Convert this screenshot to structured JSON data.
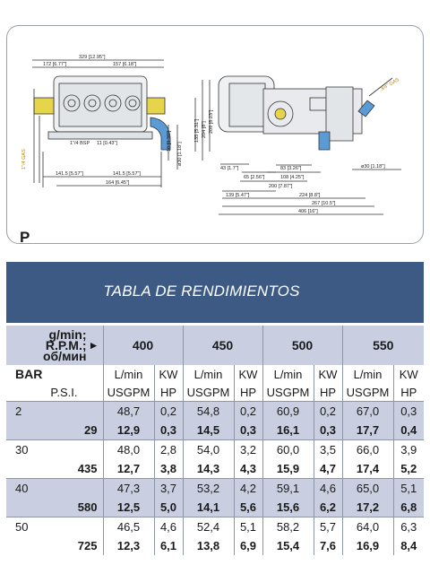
{
  "drawing": {
    "pump_label": "P",
    "dims_front": [
      "329 [12.95\"]",
      "172 [6.77\"]",
      "157 [6.18\"]",
      "1\"/4 BSP",
      "11 [0.43\"]",
      "141.5 [5.57\"]",
      "141.5 [5.57\"]",
      "164 [6.45\"]",
      "10 [0.39\"]",
      "ø30 [1.18\"]",
      "1\"/4 GAS"
    ],
    "dims_side": [
      "209 [8.23\"]",
      "204 [8\"]",
      "135 [5.31\"]",
      "43 [1.7\"]",
      "65 [2.56\"]",
      "83 [3.26\"]",
      "108 [4.25\"]",
      "200 [7.87\"]",
      "139 [5.47\"]",
      "224 [8.8\"]",
      "267 [10.5\"]",
      "406 [16\"]",
      "ø30 [1.18\"]",
      "3/4\" GAS"
    ]
  },
  "table": {
    "title": "TABLA DE RENDIMIENTOS",
    "corner_labels": [
      "g/min;",
      "R.P.M.;",
      "об/мин"
    ],
    "rpm": [
      "400",
      "450",
      "500",
      "550"
    ],
    "bar_label": "BAR",
    "psi_label": "P.S.I.",
    "units_top": [
      "L/min",
      "KW"
    ],
    "units_bottom": [
      "USGPM",
      "HP"
    ],
    "rows": [
      {
        "bar": "2",
        "psi": "29",
        "lmin": [
          "48,7",
          "54,8",
          "60,9",
          "67,0"
        ],
        "kw": [
          "0,2",
          "0,2",
          "0,2",
          "0,3"
        ],
        "usgpm": [
          "12,9",
          "14,5",
          "16,1",
          "17,7"
        ],
        "hp": [
          "0,3",
          "0,3",
          "0,3",
          "0,4"
        ]
      },
      {
        "bar": "30",
        "psi": "435",
        "lmin": [
          "48,0",
          "54,0",
          "60,0",
          "66,0"
        ],
        "kw": [
          "2,8",
          "3,2",
          "3,5",
          "3,9"
        ],
        "usgpm": [
          "12,7",
          "14,3",
          "15,9",
          "17,4"
        ],
        "hp": [
          "3,8",
          "4,3",
          "4,7",
          "5,2"
        ]
      },
      {
        "bar": "40",
        "psi": "580",
        "lmin": [
          "47,3",
          "53,2",
          "59,1",
          "65,0"
        ],
        "kw": [
          "3,7",
          "4,2",
          "4,6",
          "5,1"
        ],
        "usgpm": [
          "12,5",
          "14,1",
          "15,6",
          "17,2"
        ],
        "hp": [
          "5,0",
          "5,6",
          "6,2",
          "6,8"
        ]
      },
      {
        "bar": "50",
        "psi": "725",
        "lmin": [
          "46,5",
          "52,4",
          "58,2",
          "64,0"
        ],
        "kw": [
          "4,6",
          "5,1",
          "5,7",
          "6,3"
        ],
        "usgpm": [
          "12,3",
          "13,8",
          "15,4",
          "16,9"
        ],
        "hp": [
          "6,1",
          "6,9",
          "7,6",
          "8,4"
        ]
      }
    ]
  }
}
